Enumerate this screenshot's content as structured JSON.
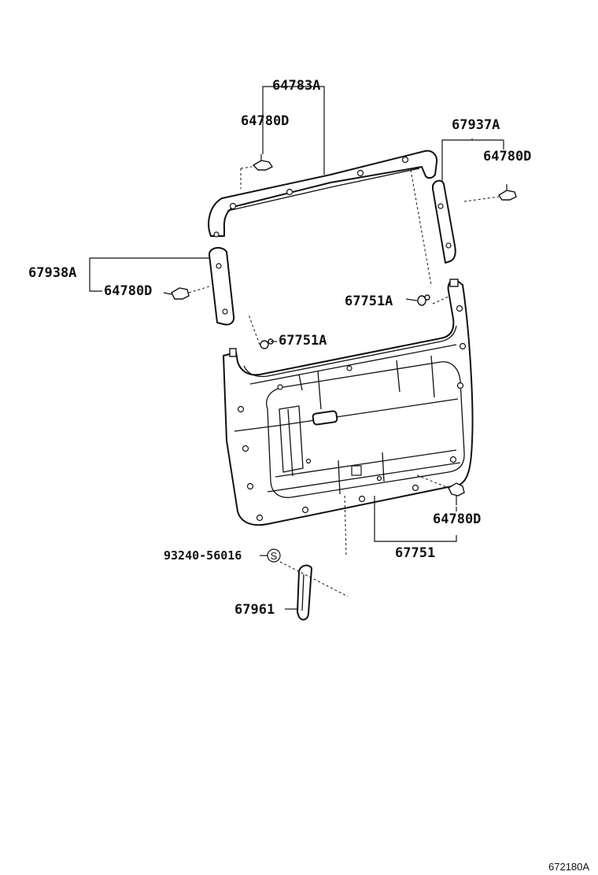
{
  "labels": {
    "moulding_top": "64783A",
    "clip_top": "64780D",
    "garnish_right": "67937A",
    "clip_right": "64780D",
    "garnish_left": "67938A",
    "clip_left": "64780D",
    "fastener_right": "67751A",
    "fastener_left": "67751A",
    "clip_bottom": "64780D",
    "door_trim_board": "67751",
    "screw": "93240-56016",
    "screw_symbol": "S",
    "pull_handle": "67961"
  },
  "reference": "672180A"
}
